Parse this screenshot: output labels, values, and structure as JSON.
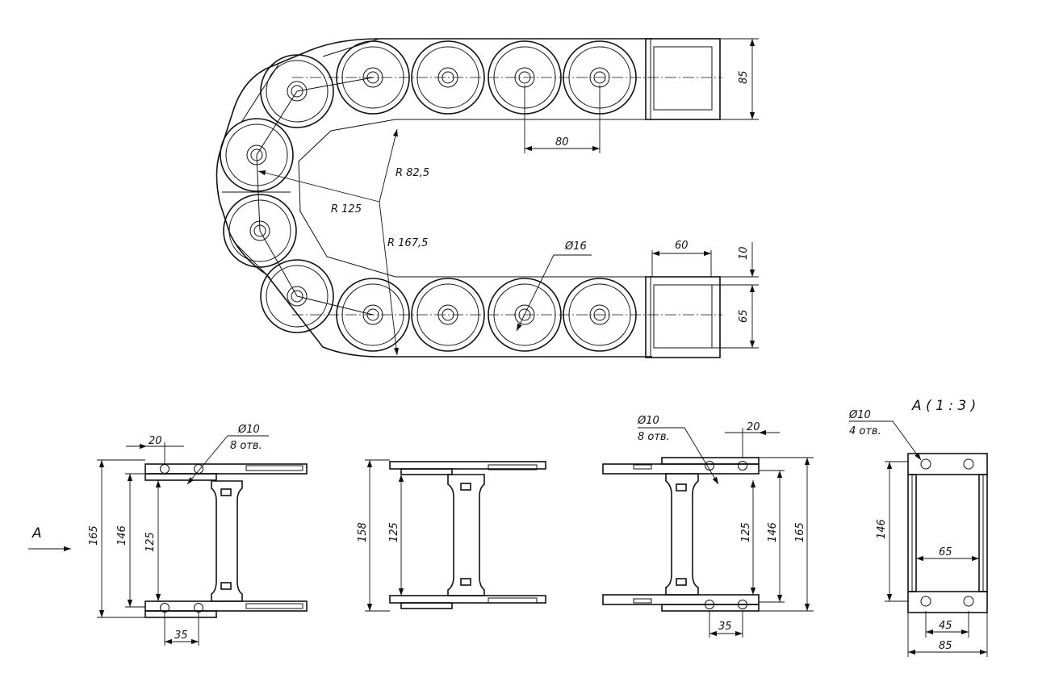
{
  "top_view": {
    "radius_inner": "R 82,5",
    "radius_pitch": "R 125",
    "radius_outer": "R 167,5",
    "pitch": "80",
    "height_upper": "85",
    "width_opening": "60",
    "offset": "10",
    "height_lower": "65",
    "hole_diameter": "Ø16"
  },
  "front_left": {
    "hole_diameter": "Ø10",
    "hole_count": "8 отв.",
    "view_marker": "A",
    "overall": "165",
    "mid": "146",
    "inner": "125",
    "hole_spacing": "20",
    "hole_offset": "35"
  },
  "front_middle": {
    "overall": "158",
    "inner": "125"
  },
  "front_right": {
    "hole_diameter": "Ø10",
    "hole_count": "8 отв.",
    "inner": "125",
    "mid": "146",
    "overall": "165",
    "hole_spacing": "20",
    "hole_offset": "35"
  },
  "view_a": {
    "title": "A ( 1 : 3 )",
    "hole_diameter": "Ø10",
    "hole_count": "4 отв.",
    "height": "146",
    "inner_width": "65",
    "hole_spacing": "45",
    "overall_width": "85"
  }
}
